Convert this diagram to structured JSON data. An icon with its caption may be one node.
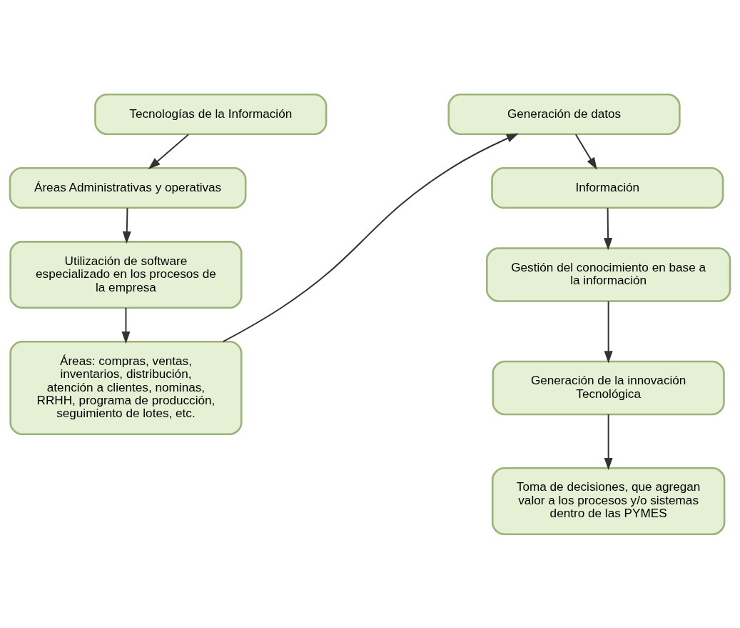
{
  "diagram": {
    "nodes": [
      {
        "text": [
          "Tecnologías de la Información"
        ]
      },
      {
        "text": [
          "Áreas Administrativas y operativas"
        ]
      },
      {
        "text": [
          "Utilización de software especializado en los procesos de la empresa"
        ]
      },
      {
        "text": [
          "Áreas: compras, ventas, inventarios, distribución, atención a clientes, nominas, RRHH, programa de producción, seguimiento de lotes, etc."
        ]
      },
      {
        "text": [
          "Generación de datos"
        ]
      },
      {
        "text": [
          "Información"
        ]
      },
      {
        "text": [
          "Gestión del conocimiento en base a la información"
        ]
      },
      {
        "text": [
          "Generación de la innovación Tecnológica"
        ]
      },
      {
        "text": [
          "Toma de decisiones, que agregan valor a los procesos y/o sistemas dentro de las PYMES"
        ]
      }
    ],
    "edges": [
      {
        "from": 0,
        "to": 1,
        "arrow": "to"
      },
      {
        "from": 1,
        "to": 2,
        "arrow": "to"
      },
      {
        "from": 2,
        "to": 3,
        "arrow": "to"
      },
      {
        "from": 3,
        "to": 4,
        "arrow": "to"
      },
      {
        "from": 4,
        "to": 5,
        "arrow": "to"
      },
      {
        "from": 5,
        "to": 6,
        "arrow": "to"
      },
      {
        "from": 6,
        "to": 7,
        "arrow": "to"
      },
      {
        "from": 7,
        "to": 8,
        "arrow": "to"
      }
    ]
  }
}
